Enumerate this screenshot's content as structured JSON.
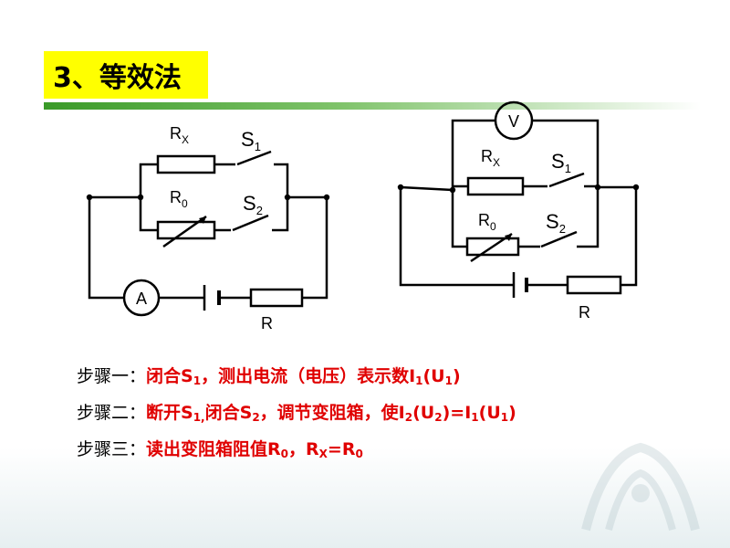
{
  "title": "3、等效法",
  "circuit1": {
    "rx_label": "R",
    "rx_sub": "X",
    "r0_label": "R",
    "r0_sub": "0",
    "s1_label": "S",
    "s1_sub": "1",
    "s2_label": "S",
    "s2_sub": "2",
    "meter": "A",
    "r_label": "R"
  },
  "circuit2": {
    "meter": "V",
    "rx_label": "R",
    "rx_sub": "X",
    "r0_label": "R",
    "r0_sub": "0",
    "s1_label": "S",
    "s1_sub": "1",
    "s2_label": "S",
    "s2_sub": "2",
    "r_label": "R"
  },
  "steps": [
    {
      "label": "步骤一：",
      "t1": "闭合S",
      "s1": "1",
      "t2": "，测出电流（电压）表示数I",
      "s2": "1",
      "t3": "(U",
      "s3": "1",
      "t4": ")"
    },
    {
      "label": "步骤二：",
      "t1": "断开S",
      "s1": "1,",
      "t2": "闭合S",
      "s2": "2",
      "t3": "，调节变阻箱，使I",
      "s3": "2",
      "t4": "(U",
      "s4": "2",
      "t5": ")=I",
      "s5": "1",
      "t6": "(U",
      "s6": "1",
      "t7": ")"
    },
    {
      "label": "步骤三：",
      "t1": "读出变阻箱阻值R",
      "s1": "0",
      "t2": "，R",
      "s2": "X",
      "t3": "=R",
      "s3": "0"
    }
  ],
  "colors": {
    "title_bg": "#ffff00",
    "accent_bar": "#3a9a28",
    "step_text": "#e00000"
  }
}
